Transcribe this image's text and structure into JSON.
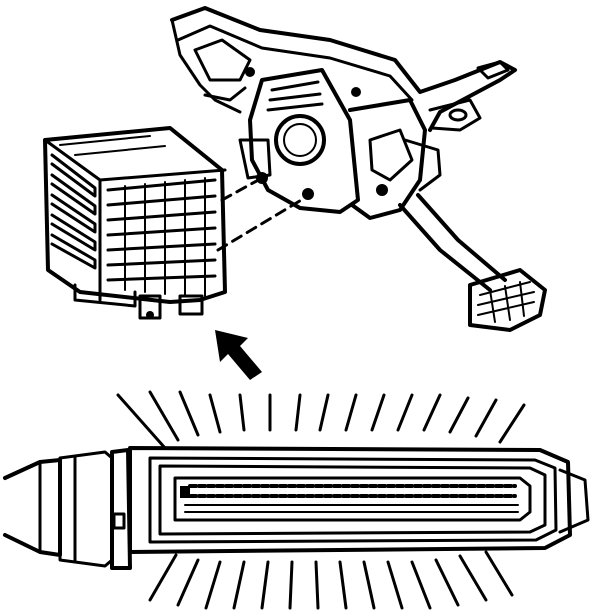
{
  "figure": {
    "ink_color": "#000000",
    "background_color": "#ffffff",
    "parts": [
      "pedal-bracket-assembly",
      "fuse-block",
      "brake-pedal",
      "connector-plug",
      "insertion-arrow"
    ]
  }
}
